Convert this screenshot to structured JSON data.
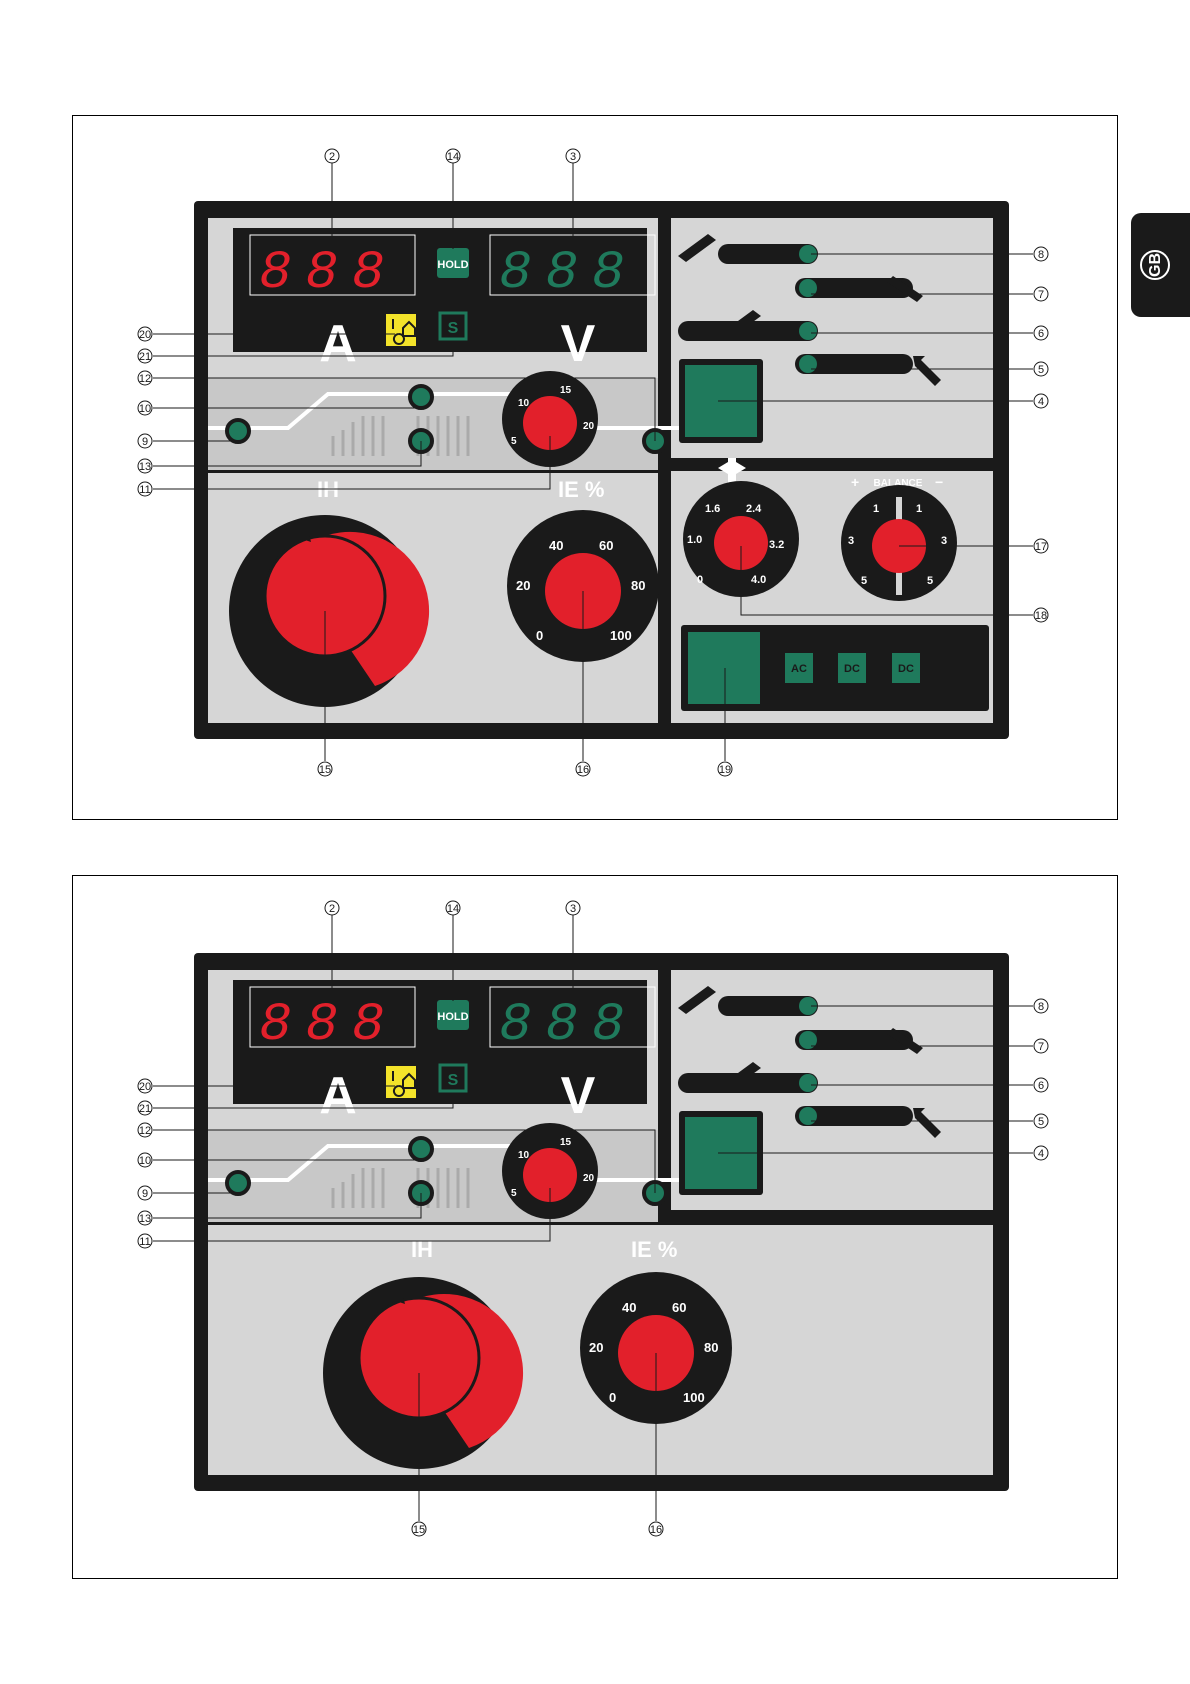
{
  "language_tab": "GB",
  "panel_top": {
    "callouts": [
      "2",
      "14",
      "3",
      "8",
      "7",
      "6",
      "5",
      "4",
      "20",
      "21",
      "12",
      "10",
      "9",
      "13",
      "11",
      "17",
      "18",
      "15",
      "16",
      "19"
    ],
    "display_amp_digits": "888",
    "display_volt_digits": "888",
    "hold_label": "HOLD",
    "s_label": "S",
    "amp_symbol": "A",
    "volt_symbol": "V",
    "knob_small_scale": [
      "10",
      "15",
      "20",
      "5"
    ],
    "ih_label": "IH",
    "ie_label": "IE %",
    "ie_scale": [
      "40",
      "60",
      "20",
      "80",
      "0",
      "100"
    ],
    "electrode_scale": [
      "1.6",
      "2.4",
      "1.0",
      "3.2",
      "0",
      "4.0"
    ],
    "balance_label": "BALANCE",
    "balance_scale": [
      "1",
      "1",
      "3",
      "3",
      "5",
      "5"
    ],
    "mode_labels": [
      "AC",
      "DC",
      "DC"
    ]
  },
  "panel_bottom": {
    "callouts": [
      "2",
      "14",
      "3",
      "8",
      "7",
      "6",
      "5",
      "4",
      "20",
      "21",
      "12",
      "10",
      "9",
      "13",
      "11",
      "15",
      "16"
    ],
    "display_amp_digits": "888",
    "display_volt_digits": "888",
    "hold_label": "HOLD",
    "s_label": "S",
    "amp_symbol": "A",
    "volt_symbol": "V",
    "knob_small_scale": [
      "10",
      "15",
      "20",
      "5"
    ],
    "ih_label": "IH",
    "ie_label": "IE %",
    "ie_scale": [
      "40",
      "60",
      "20",
      "80",
      "0",
      "100"
    ]
  },
  "colors": {
    "panel_black": "#1a1a1a",
    "panel_grey": "#d6d6d6",
    "knob_red": "#e2202b",
    "led_green": "#1f7a5c",
    "display_red": "#e2202b",
    "display_green": "#1f7a5c",
    "warning_yellow": "#f3e32a"
  }
}
